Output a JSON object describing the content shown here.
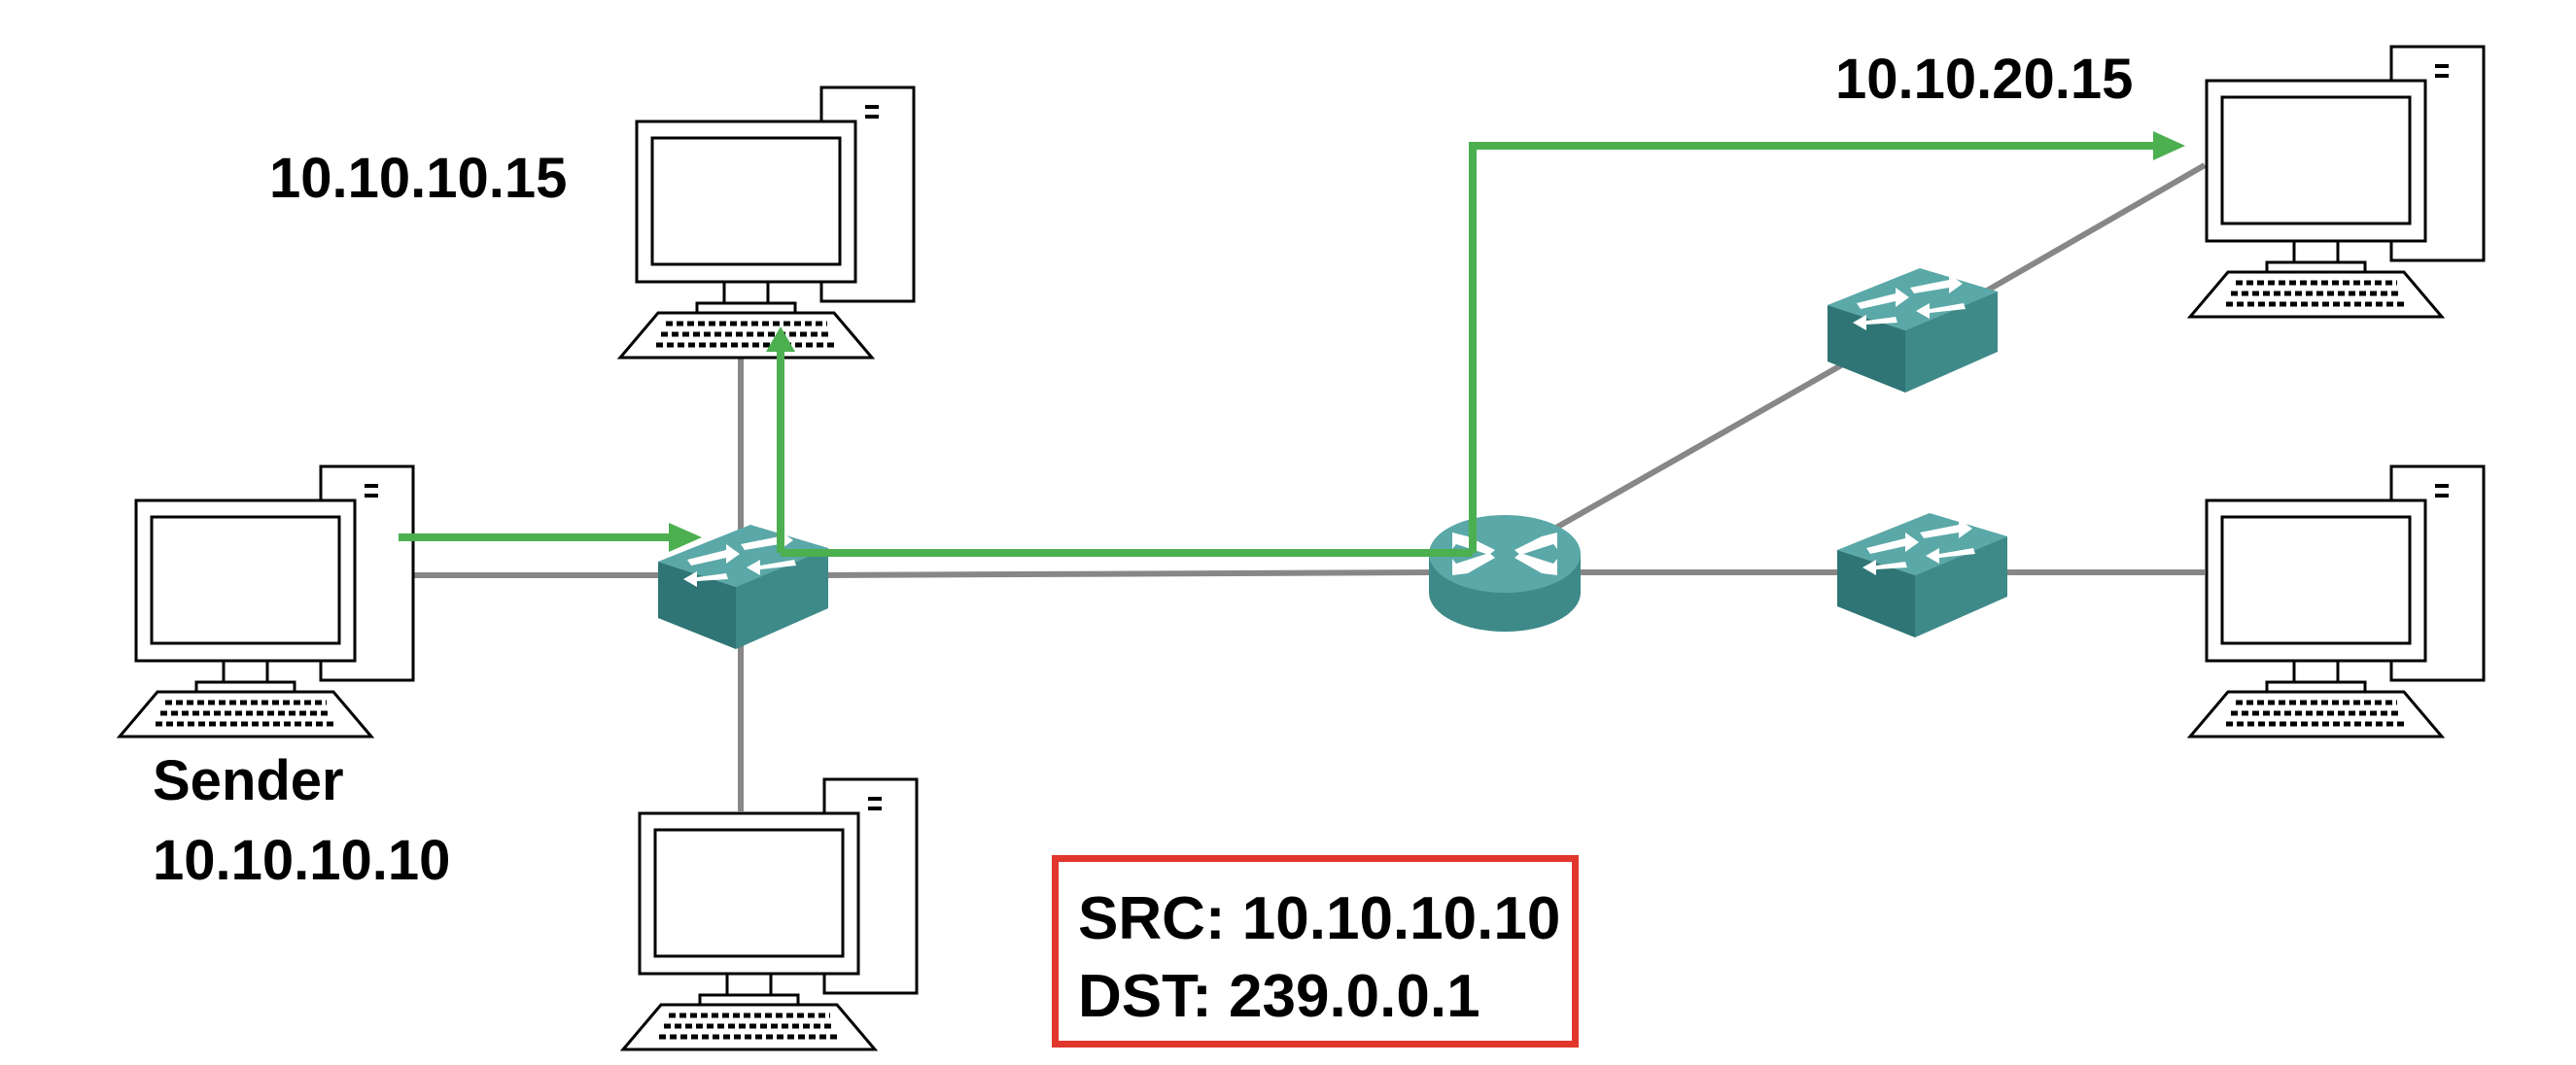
{
  "labels": {
    "host_top": "10.10.10.15",
    "host_remote": "10.10.20.15",
    "sender_title": "Sender",
    "sender_ip": "10.10.10.10"
  },
  "packet": {
    "src": "SRC: 10.10.10.10",
    "dst": "DST: 239.0.0.1"
  },
  "colors": {
    "link": "#878787",
    "multicast_path": "#4caf50",
    "device": "#3e8a89",
    "packet_border": "#e0362c"
  }
}
